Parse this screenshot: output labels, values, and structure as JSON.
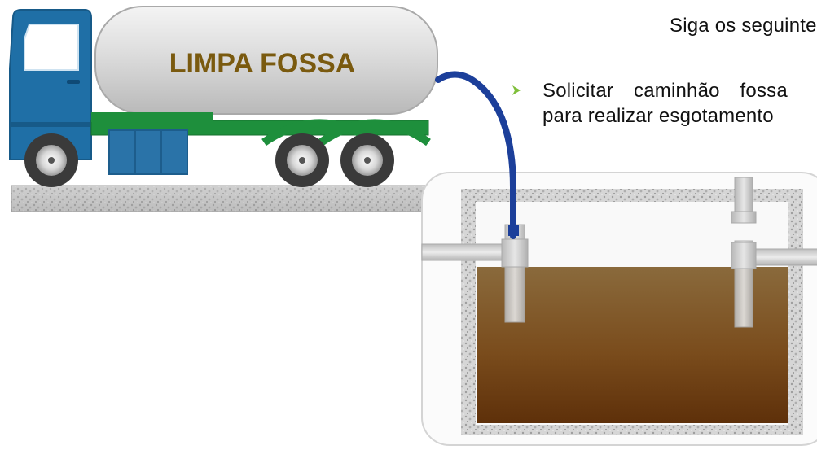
{
  "truck": {
    "tank_label": "LIMPA FOSSA"
  },
  "text": {
    "intro": "Siga os seguinte",
    "bullet_line_1": "Solicitar caminhão fossa",
    "bullet_line_2": "para realizar esgotamento"
  },
  "colors": {
    "cab_blue": "#1f6fa6",
    "tank_silver": "#d9d9d9",
    "label_brown": "#7a5a0f",
    "chassis_green": "#1e8f3c",
    "hose_blue": "#1c3f9a",
    "sludge_brown": "#6b3f12",
    "bullet_green": "#7fbf3a"
  },
  "icons": {
    "bullet": "green-arrow-bullet-icon"
  }
}
